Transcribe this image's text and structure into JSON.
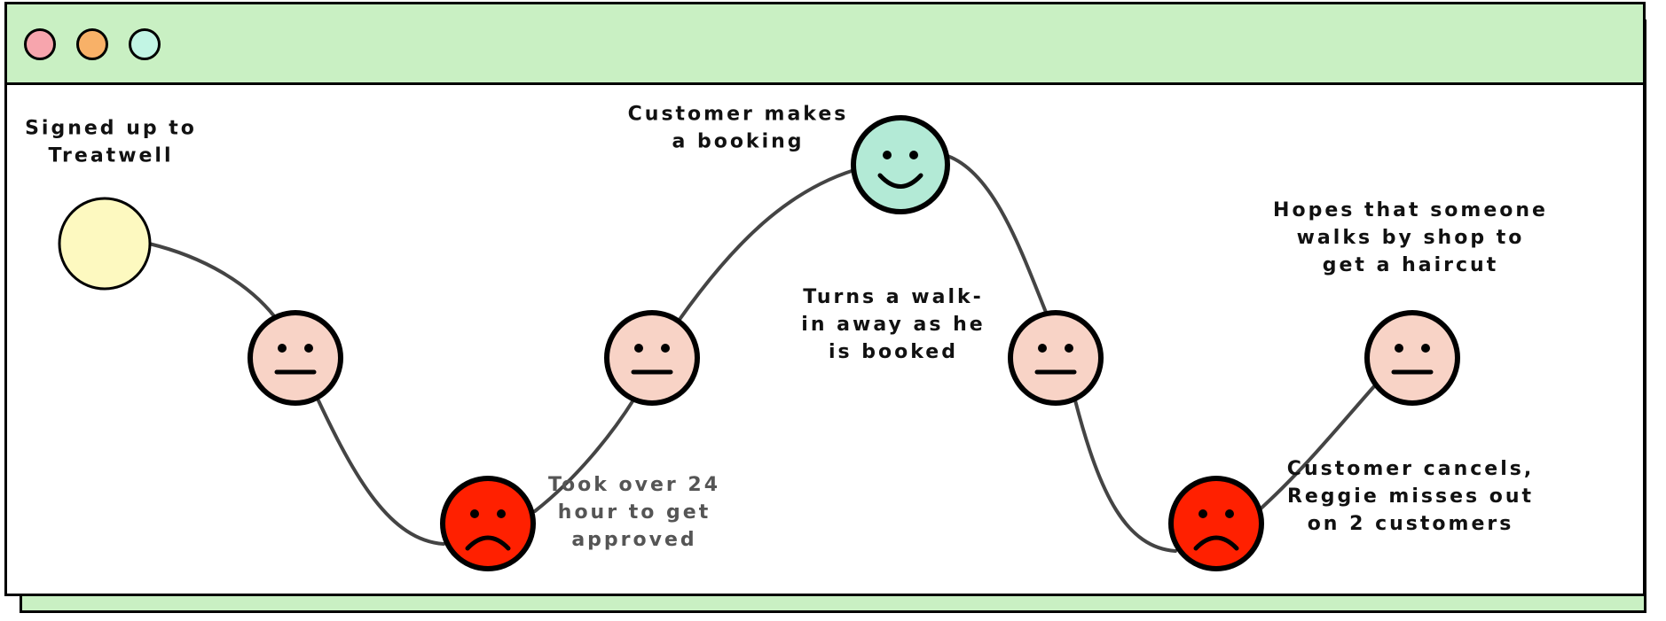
{
  "window": {
    "buttons": [
      {
        "name": "close",
        "color": "#f7a5ad"
      },
      {
        "name": "minimize",
        "color": "#f8b168"
      },
      {
        "name": "maximize",
        "color": "#c2f5e4"
      }
    ],
    "titlebar_color": "#c9f0c3"
  },
  "journey": {
    "steps": [
      {
        "mood": "start",
        "color": "#fdf9c0",
        "label_lines": [
          "Signed up to",
          "Treatwell"
        ],
        "label_color": "#111111"
      },
      {
        "mood": "neutral",
        "color": "#f8d3c6",
        "label_lines": [],
        "label_color": "#111111"
      },
      {
        "mood": "sad",
        "color": "#ff2000",
        "label_lines": [
          "Took over 24",
          "hour to get",
          "approved"
        ],
        "label_color": "#555555"
      },
      {
        "mood": "neutral",
        "color": "#f8d3c6",
        "label_lines": [],
        "label_color": "#111111"
      },
      {
        "mood": "happy",
        "color": "#b3ead6",
        "label_lines": [
          "Customer makes",
          "a booking"
        ],
        "label_color": "#111111"
      },
      {
        "mood": "neutral",
        "color": "#f8d3c6",
        "label_lines": [
          "Turns a walk-",
          "in away as he",
          "is booked"
        ],
        "label_color": "#111111"
      },
      {
        "mood": "sad",
        "color": "#ff2000",
        "label_lines": [
          "Customer cancels,",
          "Reggie misses out",
          "on 2 customers"
        ],
        "label_color": "#111111"
      },
      {
        "mood": "neutral",
        "color": "#f8d3c6",
        "label_lines": [
          "Hopes that someone",
          "walks by shop to",
          "get a haircut"
        ],
        "label_color": "#111111"
      }
    ]
  }
}
